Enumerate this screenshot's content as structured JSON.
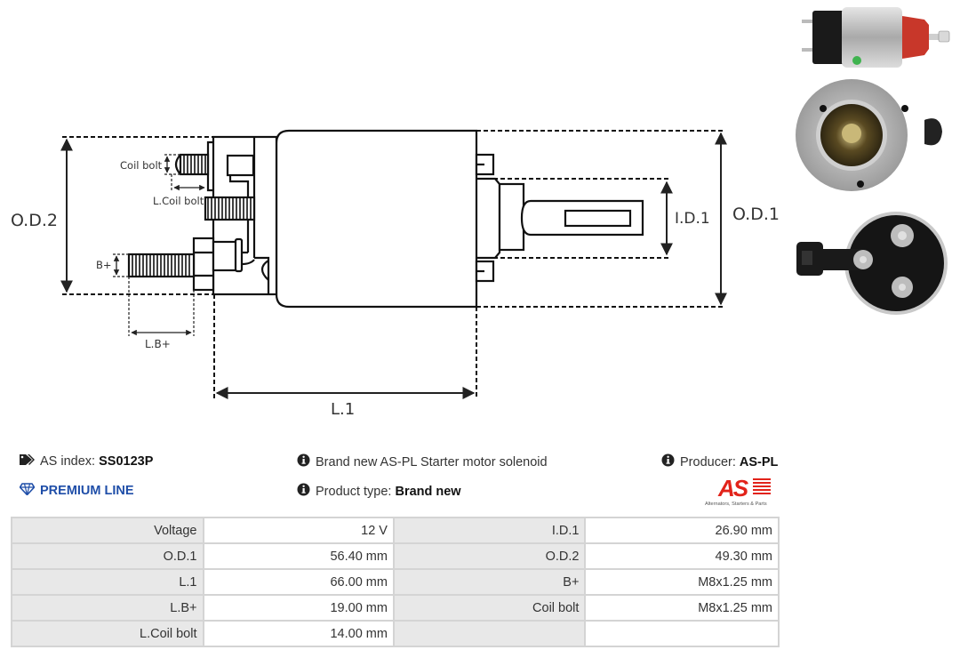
{
  "diagram": {
    "labels": {
      "od2": "O.D.2",
      "od1": "O.D.1",
      "id1": "I.D.1",
      "l1": "L.1",
      "coil_bolt": "Coil bolt",
      "l_coil_bolt": "L.Coil bolt",
      "b_plus": "B+",
      "l_b_plus": "L.B+"
    }
  },
  "photos": [
    {
      "name": "side-view",
      "icon": "solenoid-side-photo"
    },
    {
      "name": "front-view",
      "icon": "solenoid-front-photo"
    },
    {
      "name": "terminal-view",
      "icon": "solenoid-terminal-photo"
    }
  ],
  "info": {
    "as_index_label": "AS index:",
    "as_index_value": "SS0123P",
    "premium_line": "PREMIUM LINE",
    "description": "Brand new AS-PL Starter motor solenoid",
    "product_type_label": "Product type:",
    "product_type_value": "Brand new",
    "producer_label": "Producer:",
    "producer_value": "AS-PL",
    "logo_text": "AS",
    "logo_tagline": "Alternators, Starters & Parts",
    "brand_color": "#e2231a",
    "premium_color": "#1f4ea8"
  },
  "specs": [
    [
      {
        "label": "Voltage",
        "value": "12 V"
      },
      {
        "label": "I.D.1",
        "value": "26.90 mm"
      }
    ],
    [
      {
        "label": "O.D.1",
        "value": "56.40 mm"
      },
      {
        "label": "O.D.2",
        "value": "49.30 mm"
      }
    ],
    [
      {
        "label": "L.1",
        "value": "66.00 mm"
      },
      {
        "label": "B+",
        "value": "M8x1.25 mm"
      }
    ],
    [
      {
        "label": "L.B+",
        "value": "19.00 mm"
      },
      {
        "label": "Coil bolt",
        "value": "M8x1.25 mm"
      }
    ],
    [
      {
        "label": "L.Coil bolt",
        "value": "14.00 mm"
      },
      {
        "label": "",
        "value": ""
      }
    ]
  ]
}
